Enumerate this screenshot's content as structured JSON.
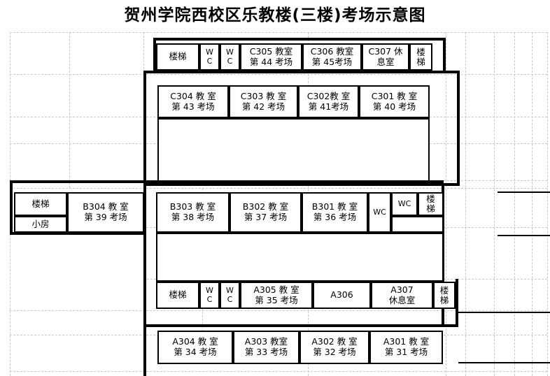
{
  "title": "贺州学院西校区乐教楼(三楼)考场示意图",
  "colors": {
    "wall": "#000000",
    "background": "#ffffff",
    "gridline": "#c9c9c9"
  },
  "floors": {
    "building": "乐教楼",
    "campus": "贺州学院西校区",
    "floor": "三楼",
    "caption": "考场示意图"
  },
  "c_block": {
    "top_row": [
      {
        "name": "stair-left",
        "l1": "楼梯",
        "l2": ""
      },
      {
        "name": "wc-1",
        "l1": "W",
        "l2": "C"
      },
      {
        "name": "wc-2",
        "l1": "W",
        "l2": "C"
      },
      {
        "name": "c305",
        "l1": "C305 教室",
        "l2": "第 44 考场"
      },
      {
        "name": "c306",
        "l1": "C306 教室",
        "l2": "第 45考场"
      },
      {
        "name": "c307",
        "l1": "C307 休",
        "l2": "息室"
      },
      {
        "name": "stair-right",
        "l1": "楼",
        "l2": "梯"
      }
    ],
    "second_row": [
      {
        "name": "c304",
        "l1": "C304 教 室",
        "l2": "第 43 考场"
      },
      {
        "name": "c303",
        "l1": "C303 教 室",
        "l2": "第 42 考场"
      },
      {
        "name": "c302",
        "l1": "C302教 室",
        "l2": "第 41考场"
      },
      {
        "name": "c301",
        "l1": "C301 教 室",
        "l2": "第 40 考场"
      }
    ]
  },
  "b_block": {
    "left": [
      {
        "name": "stair-b-left",
        "l1": "楼梯",
        "l2": ""
      },
      {
        "name": "small-room",
        "l1": "小房",
        "l2": ""
      },
      {
        "name": "b304",
        "l1": "B304 教 室",
        "l2": "第 39 考场"
      }
    ],
    "main_row": [
      {
        "name": "b303",
        "l1": "B303 教 室",
        "l2": "第 38 考场"
      },
      {
        "name": "b302",
        "l1": "B302 教 室",
        "l2": "第 37 考场"
      },
      {
        "name": "b301",
        "l1": "B301 教 室",
        "l2": "第 36 考场"
      },
      {
        "name": "wc-3",
        "l1": "WC",
        "l2": ""
      },
      {
        "name": "wc-4",
        "l1": "WC",
        "l2": ""
      },
      {
        "name": "stair-b-right",
        "l1": "楼",
        "l2": "梯"
      }
    ]
  },
  "a_block": {
    "upper_row": [
      {
        "name": "stair-a-left",
        "l1": "楼梯",
        "l2": ""
      },
      {
        "name": "wc-5",
        "l1": "W",
        "l2": "C"
      },
      {
        "name": "wc-6",
        "l1": "W",
        "l2": "C"
      },
      {
        "name": "a305",
        "l1": "A305 教 室",
        "l2": "第 35 考场"
      },
      {
        "name": "a306",
        "l1": "A306",
        "l2": ""
      },
      {
        "name": "a307",
        "l1": "A307",
        "l2": "休息室"
      },
      {
        "name": "stair-a-right",
        "l1": "楼",
        "l2": "梯"
      }
    ],
    "bottom_row": [
      {
        "name": "a304",
        "l1": "A304 教 室",
        "l2": "第 34 考场"
      },
      {
        "name": "a303",
        "l1": "A303 教室",
        "l2": "第 33 考场"
      },
      {
        "name": "a302",
        "l1": "A302 教 室",
        "l2": "第 32 考场"
      },
      {
        "name": "a301",
        "l1": "A301 教 室",
        "l2": "第 31 考场"
      }
    ]
  }
}
